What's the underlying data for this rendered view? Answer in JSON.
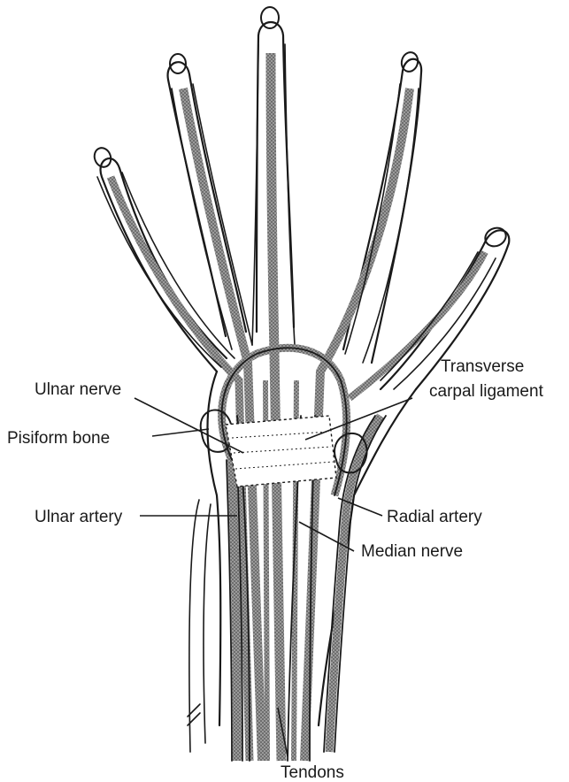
{
  "labels": {
    "ulnar_nerve": "Ulnar nerve",
    "pisiform_bone": "Pisiform bone",
    "ulnar_artery": "Ulnar artery",
    "transverse_1": "Transverse",
    "transverse_2": "carpal ligament",
    "radial_artery": "Radial artery",
    "median_nerve": "Median nerve",
    "tendons": "Tendons"
  },
  "colors": {
    "ink": "#1a1a1a",
    "hatch": "#8c8c8c",
    "paper": "#ffffff"
  }
}
